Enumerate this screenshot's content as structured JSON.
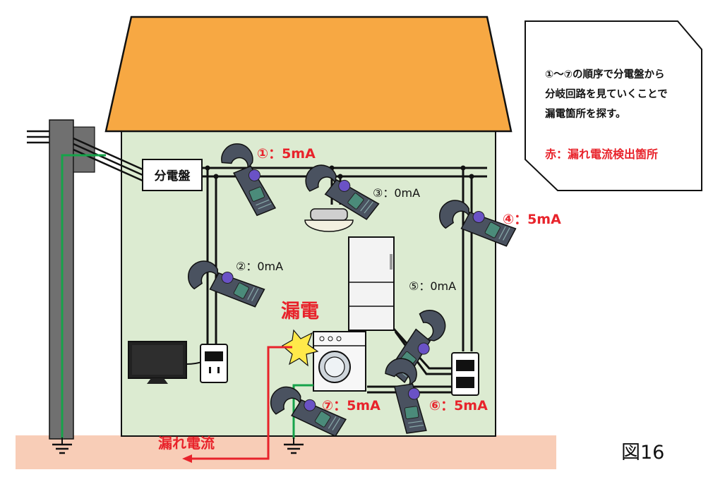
{
  "panel_label": "分電盤",
  "meters": [
    {
      "label": "①：5mA"
    },
    {
      "label": "②：0mA"
    },
    {
      "label": "③：0mA"
    },
    {
      "label": "④：5mA"
    },
    {
      "label": "⑤：0mA"
    },
    {
      "label": "⑥：5mA"
    },
    {
      "label": "⑦：5mA"
    }
  ],
  "leak_label": "漏電",
  "leak_current_label": "漏れ電流",
  "note": {
    "line1": "①〜⑦の順序で分電盤から",
    "line2": "分岐回路を見ていくことで",
    "line3": "漏電箇所を探す。",
    "legend": "赤：漏れ電流検出箇所"
  },
  "figure_label": "図16",
  "colors": {
    "roof": "#f7a843",
    "wall": "#dcebd1",
    "ground": "#f8cdb7",
    "pole": "#707070",
    "leak": "#e8232b",
    "earth_wire": "#16a34a",
    "clamp_body": "#4a5260",
    "clamp_screen": "#4b8b7a",
    "clamp_dial": "#6a52c6"
  }
}
